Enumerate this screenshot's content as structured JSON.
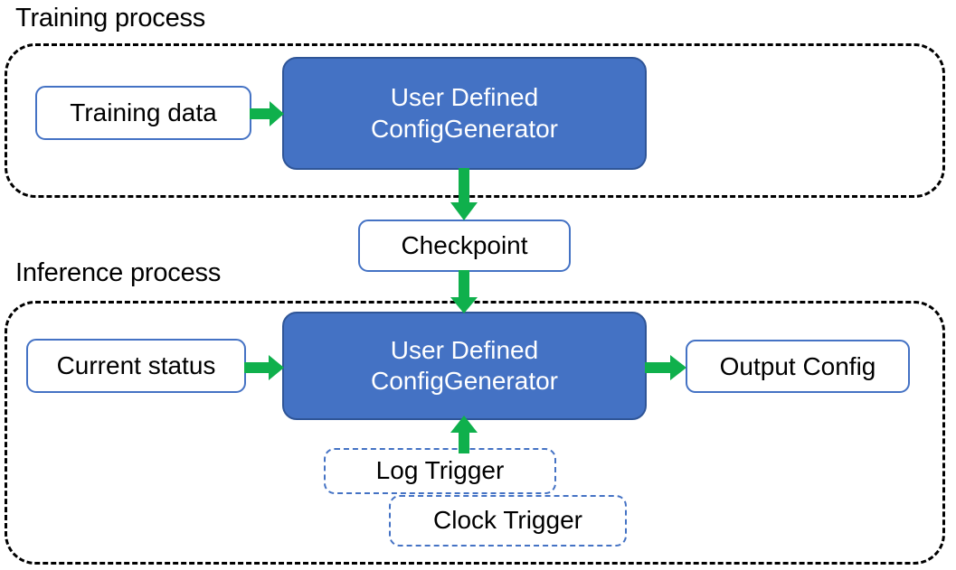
{
  "diagram": {
    "title_training": "Training process",
    "title_inference": "Inference process",
    "colors": {
      "primary_fill": "#4472C4",
      "primary_border": "#2F5597",
      "plain_border": "#4472C4",
      "trigger_border": "#4472C4",
      "arrow_green": "#0FB04C",
      "container_border": "#000000",
      "text_dark": "#000000",
      "text_light": "#FFFFFF"
    },
    "nodes": {
      "training_data": "Training data",
      "generator_training_line1": "User Defined",
      "generator_training_line2": "ConfigGenerator",
      "checkpoint": "Checkpoint",
      "current_status": "Current status",
      "generator_inference_line1": "User Defined",
      "generator_inference_line2": "ConfigGenerator",
      "output_config": "Output Config",
      "log_trigger": "Log Trigger",
      "clock_trigger": "Clock Trigger"
    },
    "arrows": [
      {
        "name": "training-data-to-generator",
        "direction": "right"
      },
      {
        "name": "generator-to-checkpoint",
        "direction": "down"
      },
      {
        "name": "checkpoint-to-generator",
        "direction": "down"
      },
      {
        "name": "current-status-to-generator",
        "direction": "right"
      },
      {
        "name": "generator-to-output-config",
        "direction": "right"
      },
      {
        "name": "trigger-to-generator",
        "direction": "up"
      }
    ]
  }
}
